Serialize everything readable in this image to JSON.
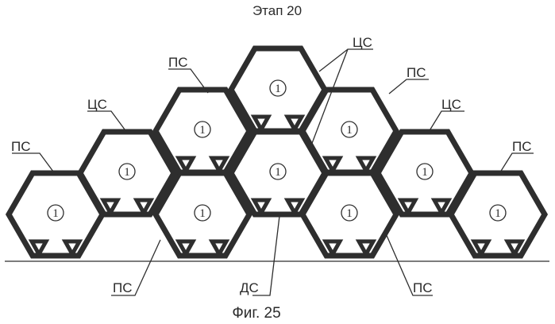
{
  "stage_title": "Этап 20",
  "figure_caption": "Фиг. 25",
  "cell_label": "1",
  "labels": {
    "ps_left": "ПС",
    "cs_left": "ЦС",
    "ps_upper_left": "ПС",
    "cs_top": "ЦС",
    "ps_upper_right": "ПС",
    "cs_right": "ЦС",
    "ps_right": "ПС",
    "ps_bottom_left": "ПС",
    "ds_bottom": "ДС",
    "ps_bottom_right": "ПС"
  }
}
